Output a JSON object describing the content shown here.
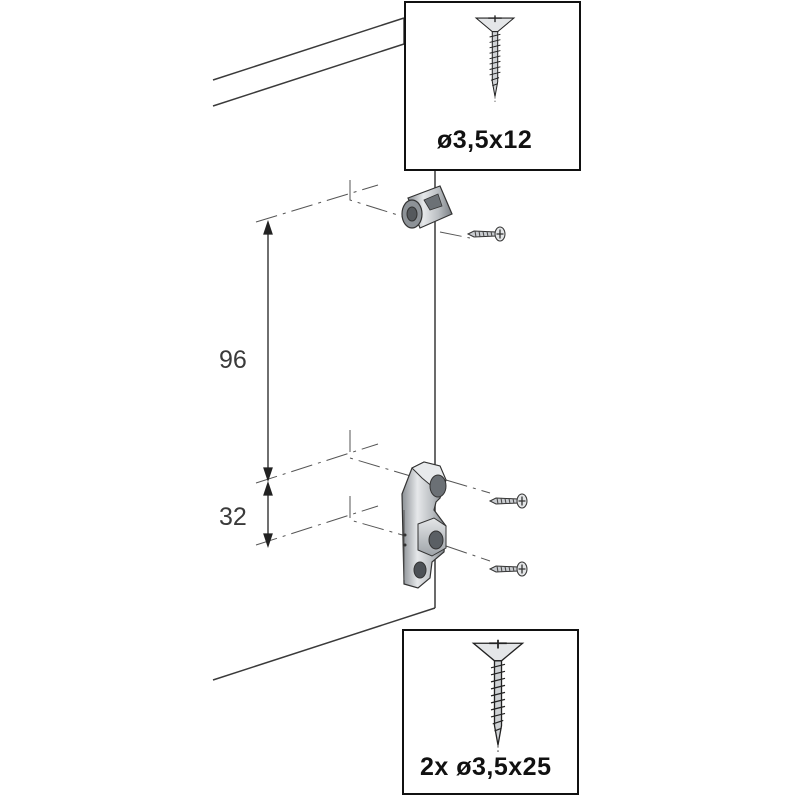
{
  "dimensions": {
    "upper": "96",
    "lower": "32"
  },
  "callouts": {
    "top_screw": "ø3,5x12",
    "bottom_screws": "2x ø3,5x25"
  },
  "colors": {
    "line": "#3a3a3a",
    "metal_light": "#d9dbdd",
    "metal_mid": "#a9adb1",
    "metal_dark": "#6f7479"
  },
  "icons": {
    "top_callout": "countersunk-screw-icon",
    "bottom_callout": "countersunk-screw-icon"
  }
}
